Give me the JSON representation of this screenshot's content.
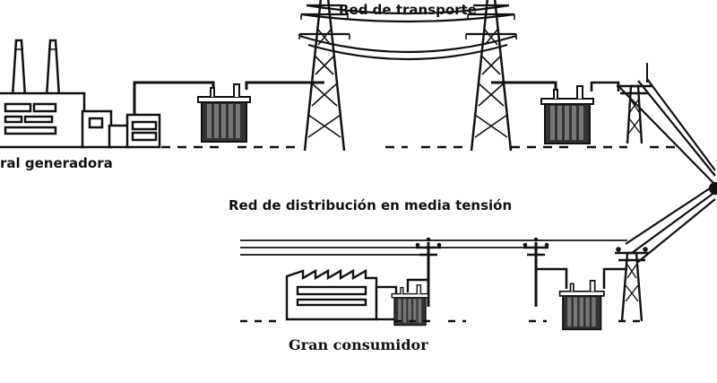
{
  "labels": {
    "transport_network": "Red de transporte",
    "generating_plant": "ral generadora",
    "distribution_network": "Red de distribución en media tensión",
    "large_consumer": "Gran consumidor"
  },
  "colors": {
    "line": "#111111",
    "transformer_body": "#333333",
    "background": "#ffffff"
  }
}
